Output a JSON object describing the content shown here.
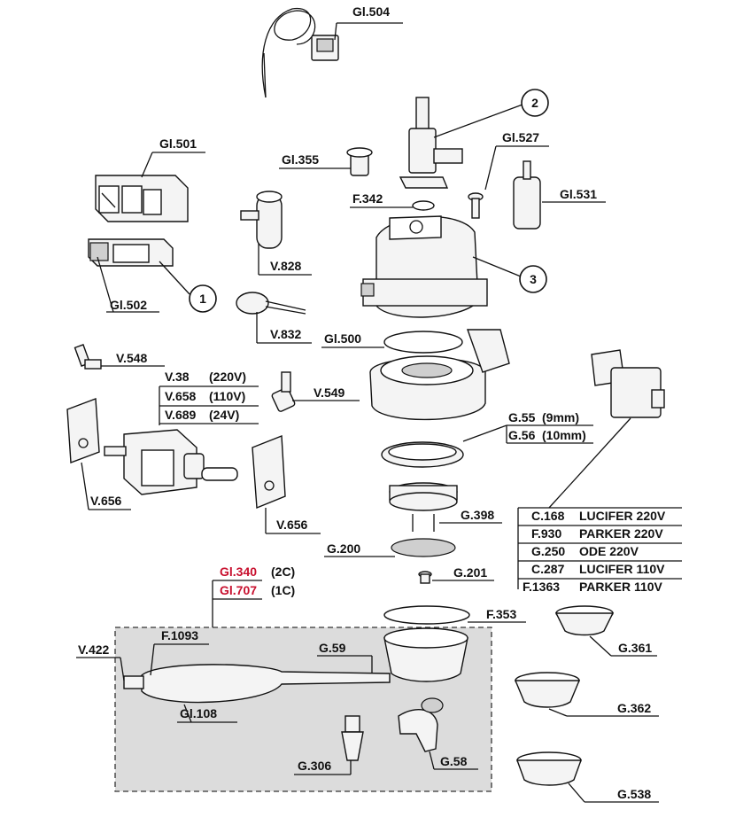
{
  "labels": {
    "gl504": "Gl.504",
    "gl501": "Gl.501",
    "gl502": "Gl.502",
    "gl355": "Gl.355",
    "gl527": "Gl.527",
    "gl531": "Gl.531",
    "f342": "F.342",
    "v828": "V.828",
    "v832": "V.832",
    "gl500": "Gl.500",
    "v548": "V.548",
    "v38": "V.38",
    "v38_note": "(220V)",
    "v658": "V.658",
    "v658_note": "(110V)",
    "v689": "V.689",
    "v689_note": "(24V)",
    "v549": "V.549",
    "v656_left": "V.656",
    "v656_right": "V.656",
    "g55": "G.55",
    "g55_note": "(9mm)",
    "g56": "G.56",
    "g56_note": "(10mm)",
    "g398": "G.398",
    "g200": "G.200",
    "g201": "G.201",
    "c168": "C.168",
    "c168_note": "LUCIFER 220V",
    "f930": "F.930",
    "f930_note": "PARKER 220V",
    "g250": "G.250",
    "g250_note": "ODE 220V",
    "c287": "C.287",
    "c287_note": "LUCIFER 110V",
    "f1363": "F.1363",
    "f1363_note": "PARKER 110V",
    "gl340": "Gl.340",
    "gl340_note": "(2C)",
    "gl707": "Gl.707",
    "gl707_note": "(1C)",
    "f353": "F.353",
    "v422": "V.422",
    "f1093": "F.1093",
    "g59": "G.59",
    "gl108": "Gl.108",
    "g306": "G.306",
    "g58": "G.58",
    "g361": "G.361",
    "g362": "G.362",
    "g538": "G.538"
  },
  "callouts": {
    "c1": "1",
    "c2": "2",
    "c3": "3"
  },
  "colors": {
    "highlight_label": "#c8102e",
    "assembly_box_fill": "#dcdcdc"
  }
}
